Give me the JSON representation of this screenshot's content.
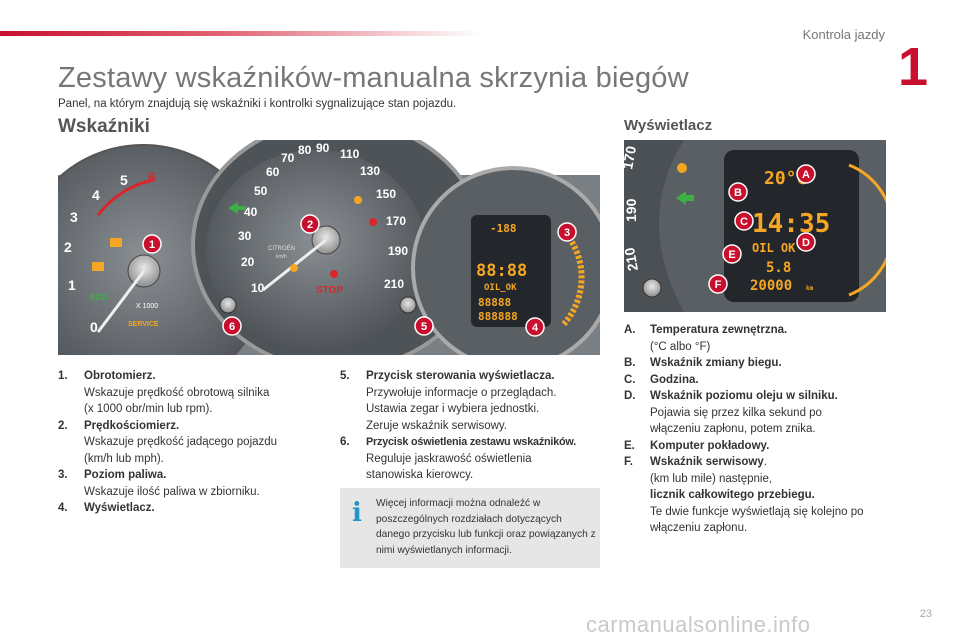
{
  "header": {
    "section_label": "Kontrola jazdy",
    "chapter_number": "1"
  },
  "page": {
    "title": "Zestawy wskaźników-manualna skrzynia biegów",
    "subtitle": "Panel, na którym znajdują się wskaźniki i kontrolki sygnalizujące stan pojazdu.",
    "page_number": "23",
    "watermark": "carmanualsonline.info"
  },
  "left": {
    "heading": "Wskaźniki",
    "panel": {
      "tach_ticks": [
        "0",
        "1",
        "2",
        "3",
        "4",
        "5",
        "6"
      ],
      "tach_unit": "X 1000",
      "eco_label": "ECO",
      "service_label": "SERVICE",
      "speed_ticks": [
        "10",
        "20",
        "30",
        "40",
        "50",
        "60",
        "70",
        "80",
        "90",
        "110",
        "130",
        "150",
        "170",
        "190",
        "210"
      ],
      "brand": "CITROËN",
      "speed_unit": "km/h",
      "stop_label": "STOP",
      "lcd_top": "-188",
      "lcd_mid": "88:88",
      "lcd_oil": "OIL_OK",
      "lcd_bottom1": "88888",
      "lcd_bottom2": "888888",
      "callouts": [
        "1",
        "2",
        "3",
        "4",
        "5",
        "6"
      ]
    },
    "items": [
      {
        "num": "1.",
        "title": "Obrotomierz.",
        "lines": [
          "Wskazuje prędkość obrotową silnika",
          "(x 1000 obr/min lub rpm)."
        ]
      },
      {
        "num": "2.",
        "title": "Prędkościomierz.",
        "lines": [
          "Wskazuje prędkość jadącego pojazdu",
          "(km/h lub mph)."
        ]
      },
      {
        "num": "3.",
        "title": "Poziom paliwa.",
        "lines": [
          "Wskazuje ilość paliwa w zbiorniku."
        ]
      },
      {
        "num": "4.",
        "title": "Wyświetlacz.",
        "lines": []
      }
    ],
    "items2": [
      {
        "num": "5.",
        "title": "Przycisk sterowania wyświetlacza.",
        "lines": [
          "Przywołuje informacje o przeglądach.",
          "Ustawia zegar i wybiera jednostki.",
          "Zeruje wskaźnik serwisowy."
        ]
      },
      {
        "num": "6.",
        "title": "Przycisk oświetlenia zestawu wskaźników.",
        "lines": [
          "Reguluje jaskrawość oświetlenia",
          "stanowiska kierowcy."
        ]
      }
    ],
    "info": {
      "icon": "info-icon",
      "text": "Więcej informacji można odnaleźć w poszczególnych rozdziałach dotyczących danego przycisku lub funkcji oraz powiązanych z nimi wyświetlanych informacji."
    }
  },
  "right": {
    "heading": "Wyświetlacz",
    "panel": {
      "temp": "20°c",
      "clock": "14:35",
      "oil": "OIL OK",
      "gear": "5.8",
      "odometer": "20000",
      "odo_unit": "km",
      "speed_ticks": [
        "170",
        "190",
        "210"
      ],
      "callouts": [
        "A",
        "B",
        "C",
        "D",
        "E",
        "F"
      ]
    },
    "items": [
      {
        "num": "A.",
        "title": "Temperatura zewnętrzna.",
        "lines": [
          "(°C albo °F)"
        ]
      },
      {
        "num": "B.",
        "title": "Wskaźnik zmiany biegu.",
        "lines": []
      },
      {
        "num": "C.",
        "title": "Godzina.",
        "lines": []
      },
      {
        "num": "D.",
        "title": "Wskaźnik poziomu oleju w silniku.",
        "lines": [
          "Pojawia się przez kilka sekund po",
          "włączeniu zapłonu, potem znika."
        ]
      },
      {
        "num": "E.",
        "title": "Komputer pokładowy.",
        "lines": []
      },
      {
        "num": "F.",
        "title": "Wskaźnik serwisowy",
        "title_suffix": ".",
        "lines": [
          "(km lub mile) następnie,"
        ],
        "bold_line": "licznik całkowitego przebiegu.",
        "lines_after": [
          "Te dwie funkcje wyświetlają się kolejno po",
          "włączeniu zapłonu."
        ]
      }
    ]
  },
  "colors": {
    "brand_red": "#c8102e",
    "info_blue": "#2196c9",
    "lcd_orange": "#f5a623",
    "tell_green": "#3cb043",
    "tell_red": "#d9262c"
  }
}
